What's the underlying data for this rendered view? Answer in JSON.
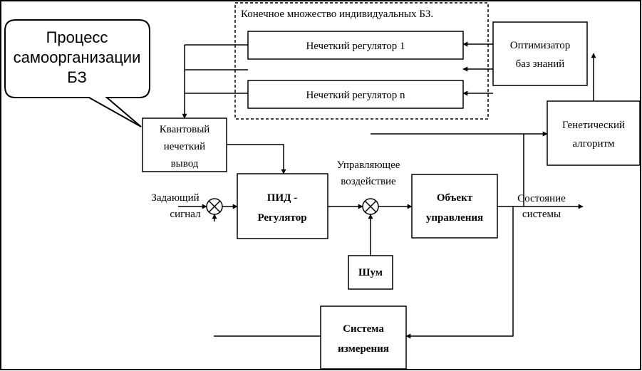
{
  "callout": {
    "line1": "Процесс",
    "line2": "самоорганизации",
    "line3": "БЗ"
  },
  "kb_set": {
    "title": "Конечное множество индивидуальных БЗ.",
    "regulator_1": "Нечеткий регулятор 1",
    "regulator_n": "Нечеткий регулятор n"
  },
  "optimizer": {
    "line1": "Оптимизатор",
    "line2": "баз знаний"
  },
  "genetic": {
    "line1": "Генетический",
    "line2": "алгоритм"
  },
  "quantum": {
    "line1": "Квантовый",
    "line2": "нечеткий",
    "line3": "вывод"
  },
  "pid": {
    "line1": "ПИД -",
    "line2": "Регулятор"
  },
  "plant": {
    "line1": "Объект",
    "line2": "управления"
  },
  "noise": {
    "label": "Шум"
  },
  "measurement": {
    "line1": "Система",
    "line2": "измерения"
  },
  "labels": {
    "setpoint_1": "Задающий",
    "setpoint_2": "сигнал",
    "control_1": "Управляющее",
    "control_2": "воздействие",
    "state_1": "Состояние",
    "state_2": "системы"
  }
}
